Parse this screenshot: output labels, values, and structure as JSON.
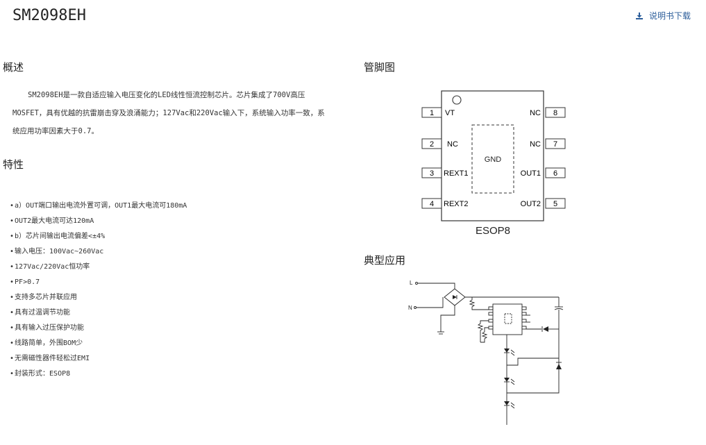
{
  "page": {
    "title": "SM2098EH",
    "download_label": "说明书下载"
  },
  "overview": {
    "heading": "概述",
    "text": "SM2098EH是一款自适应输入电压变化的LED线性恒流控制芯片。芯片集成了700V高压MOSFET，具有优越的抗雷崩击穿及浪涌能力；127Vac和220Vac输入下，系统输入功率一致，系统应用功率因素大于0.7。"
  },
  "features": {
    "heading": "特性",
    "items": [
      "a）OUT端口输出电流外置可调，OUT1最大电流可180mA",
      "OUT2最大电流可达120mA",
      "b）芯片间输出电流偏差<±4%",
      "输入电压：100Vac~260Vac",
      "127Vac/220Vac恒功率",
      "PF>0.7",
      "支持多芯片并联应用",
      "具有过温调节功能",
      "具有输入过压保护功能",
      "线路简单，外围BOM少",
      "无需磁性器件轻松过EMI",
      "封装形式：ESOP8"
    ]
  },
  "pinout": {
    "heading": "管脚图",
    "package": "ESOP8",
    "center_label": "GND",
    "left_pins": [
      {
        "num": "1",
        "name": "VT"
      },
      {
        "num": "2",
        "name": "NC"
      },
      {
        "num": "3",
        "name": "REXT1"
      },
      {
        "num": "4",
        "name": "REXT2"
      }
    ],
    "right_pins": [
      {
        "num": "8",
        "name": "NC"
      },
      {
        "num": "7",
        "name": "NC"
      },
      {
        "num": "6",
        "name": "OUT1"
      },
      {
        "num": "5",
        "name": "OUT2"
      }
    ]
  },
  "application": {
    "heading": "典型应用",
    "label_l": "L",
    "label_n": "N"
  },
  "colors": {
    "link": "#2b5d9a",
    "text": "#222222"
  }
}
